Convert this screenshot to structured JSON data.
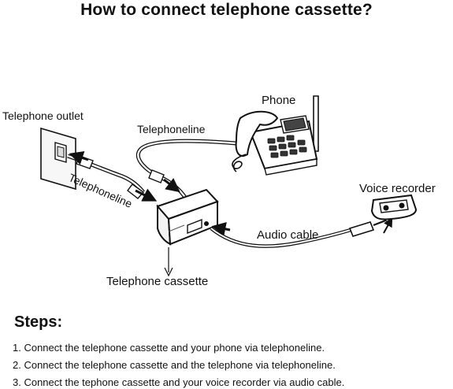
{
  "title": "How to connect telephone cassette?",
  "labels": {
    "telephone_outlet": "Telephone outlet",
    "telephoneline_top": "Telephoneline",
    "phone": "Phone",
    "telephoneline_diagonal": "Telephoneline",
    "voice_recorder": "Voice recorder",
    "audio_cable": "Audio cable",
    "telephone_cassette": "Telephone cassette"
  },
  "steps": {
    "heading": "Steps:",
    "items": [
      "1. Connect the telephone cassette and your phone via telephoneline.",
      "2. Connect the telephone cassette and the telephone via telephoneline.",
      "3. Connect the tephone cassette and your voice recorder via audio cable."
    ]
  }
}
